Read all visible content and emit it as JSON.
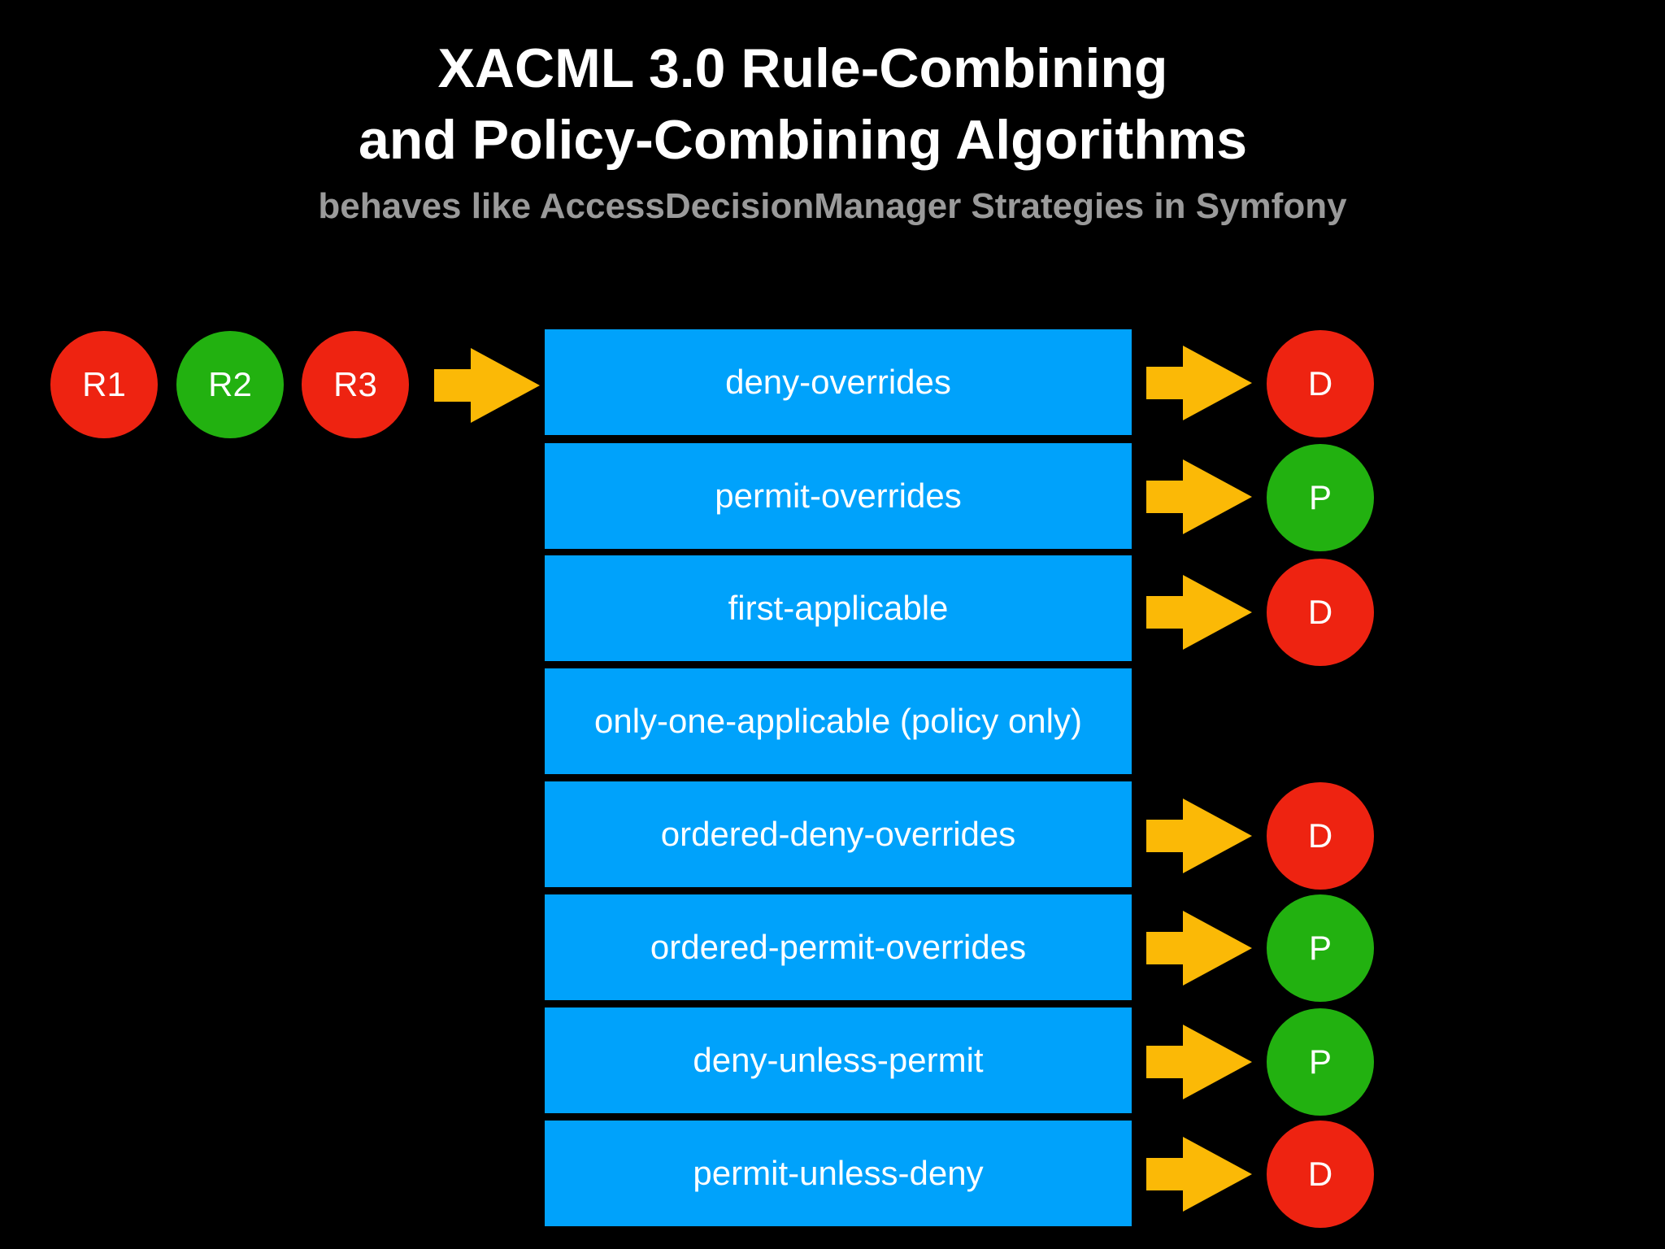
{
  "title_line1": "XACML 3.0 Rule-Combining",
  "title_line2": "and Policy-Combining Algorithms",
  "subtitle": "behaves like AccessDecisionManager Strategies in Symfony",
  "colors": {
    "background": "#000000",
    "deny": "#ee2311",
    "permit": "#22b110",
    "box": "#00a2fb",
    "arrow": "#fbb906",
    "subtitle": "#9a9a9a"
  },
  "rules": [
    {
      "label": "R1",
      "effect": "deny"
    },
    {
      "label": "R2",
      "effect": "permit"
    },
    {
      "label": "R3",
      "effect": "deny"
    }
  ],
  "algorithms": [
    {
      "name": "deny-overrides",
      "result": "D",
      "effect": "deny"
    },
    {
      "name": "permit-overrides",
      "result": "P",
      "effect": "permit"
    },
    {
      "name": "first-applicable",
      "result": "D",
      "effect": "deny"
    },
    {
      "name": "only-one-applicable (policy only)",
      "result": "",
      "effect": ""
    },
    {
      "name": "ordered-deny-overrides",
      "result": "D",
      "effect": "deny"
    },
    {
      "name": "ordered-permit-overrides",
      "result": "P",
      "effect": "permit"
    },
    {
      "name": "deny-unless-permit",
      "result": "P",
      "effect": "permit"
    },
    {
      "name": "permit-unless-deny",
      "result": "D",
      "effect": "deny"
    }
  ]
}
